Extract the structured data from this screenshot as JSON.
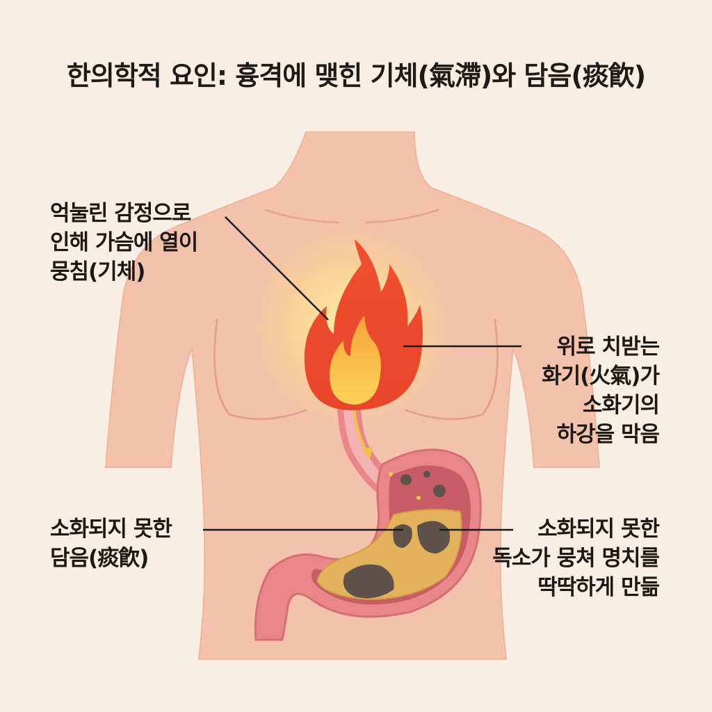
{
  "title": "한의학적 요인: 흉격에 맺힌 기체(氣滯)와 담음(痰飮)",
  "labels": {
    "qi_stagnation": [
      "억눌린 감정으로",
      "인해 가슴에 열이",
      "뭉침(기체)"
    ],
    "fire_qi": [
      "위로 치받는",
      "화기(火氣)가",
      "소화기의",
      "하강을 막음"
    ],
    "phlegm": [
      "소화되지 못한",
      "담음(痰飮)"
    ],
    "toxins": [
      "소화되지 못한",
      "독소가 뭉쳐 명치를",
      "딱딱하게 만듦"
    ]
  },
  "colors": {
    "background": "#f8eee3",
    "skin": "#f4c2ac",
    "flame_outer": "#ef4a2c",
    "flame_inner": "#f9a33a",
    "stomach": "#e8868a",
    "stomach_content": "#e3b25c",
    "clump": "#5e524b"
  }
}
